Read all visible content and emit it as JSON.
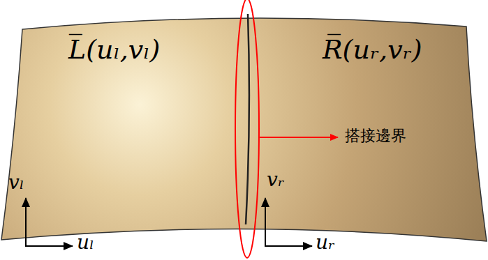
{
  "diagram": {
    "labels": [
      "L̅(uₗ,vₗ)",
      "R̅(uᵣ,vᵣ)",
      "搭接邊界",
      "vₗ",
      "uₗ",
      "vᵣ",
      "uᵣ"
    ]
  }
}
